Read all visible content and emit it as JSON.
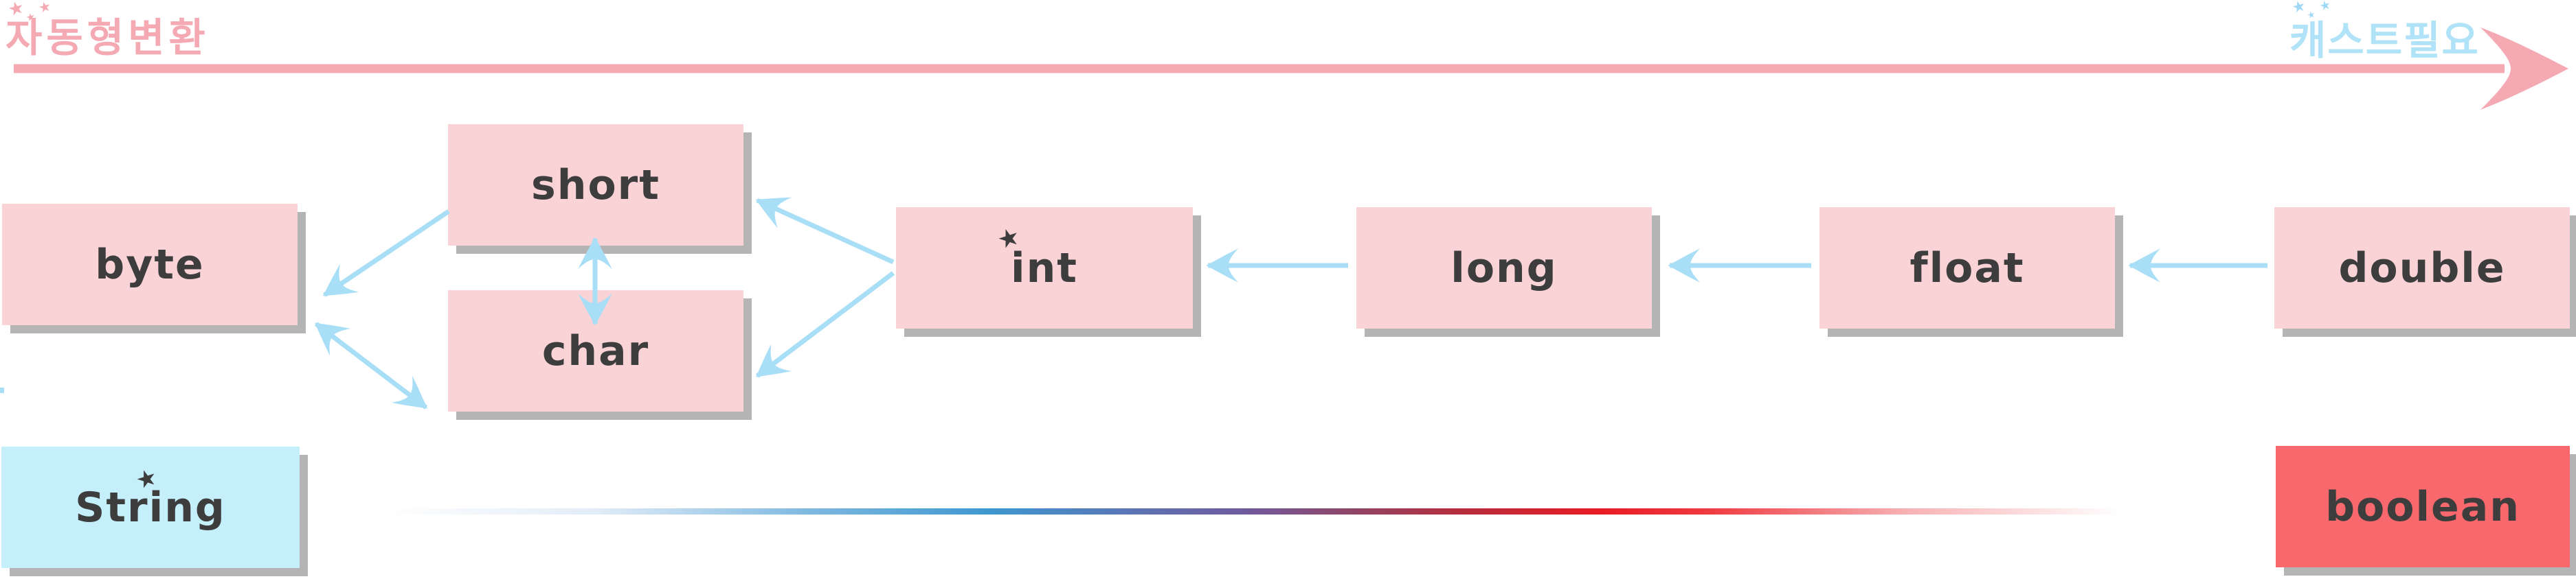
{
  "header": {
    "left_label": {
      "text": "자동형변환",
      "color": "#f4a9b3",
      "meaning": "automatic type conversion"
    },
    "right_label": {
      "text": "캐스트필요",
      "color": "#b0e2f8",
      "meaning": "cast required"
    }
  },
  "boxes": {
    "byte": {
      "label": "byte",
      "kind": "primitive"
    },
    "short": {
      "label": "short",
      "kind": "primitive"
    },
    "char": {
      "label": "char",
      "kind": "primitive"
    },
    "int": {
      "label": "int",
      "kind": "primitive",
      "starred": true
    },
    "long": {
      "label": "long",
      "kind": "primitive"
    },
    "float": {
      "label": "float",
      "kind": "primitive"
    },
    "double": {
      "label": "double",
      "kind": "primitive"
    },
    "string": {
      "label": "String",
      "kind": "reference",
      "starred": true
    },
    "boolean": {
      "label": "boolean",
      "kind": "primitive"
    }
  },
  "decorations": {
    "star_glyph": "★"
  },
  "arrows": {
    "top_axis": {
      "direction": "left-to-right",
      "color": "#f4a9b3"
    },
    "edges": [
      {
        "from": "short",
        "to": "byte",
        "bidirectional": false
      },
      {
        "from": "byte",
        "to": "char",
        "bidirectional": true
      },
      {
        "from": "short",
        "to": "char",
        "bidirectional": true
      },
      {
        "from": "int",
        "to": "short",
        "bidirectional": false
      },
      {
        "from": "int",
        "to": "char",
        "bidirectional": false
      },
      {
        "from": "long",
        "to": "int",
        "bidirectional": false
      },
      {
        "from": "float",
        "to": "long",
        "bidirectional": false
      },
      {
        "from": "double",
        "to": "float",
        "bidirectional": false
      }
    ],
    "edge_color": "#a9def7"
  },
  "colors": {
    "box_pink": "#fad3d6",
    "box_cyan": "#c4effb",
    "box_red": "#f9686c",
    "shadow": "#b4b4b4",
    "text": "#3d3d3d",
    "accent_pink": "#f4a9b3",
    "title_blue": "#b0e2f8",
    "arrow_blue": "#a9def7",
    "gradient_line_stops": [
      "#ffffff00",
      "#7db8e0",
      "#3e97d0",
      "#6f5b9f",
      "#b52e3e",
      "#e81c24",
      "#ffffff00"
    ]
  }
}
